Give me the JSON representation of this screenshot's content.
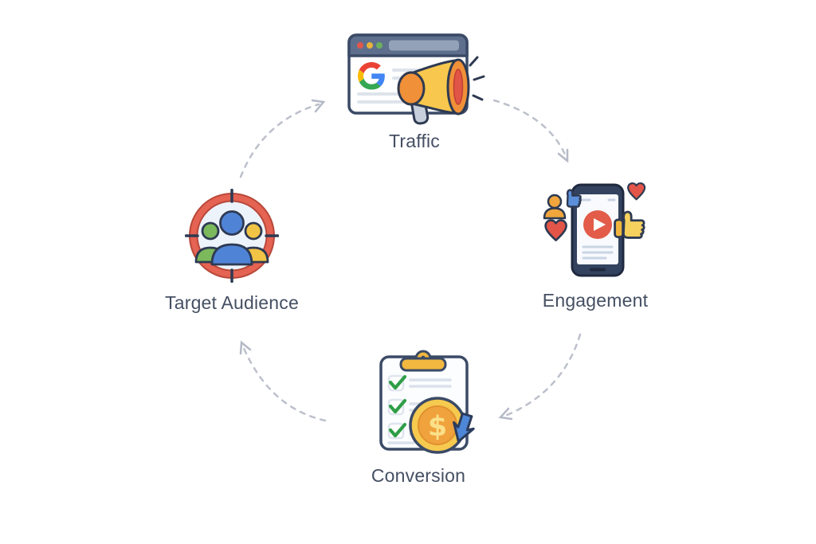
{
  "diagram": {
    "type": "cycle",
    "background": "#ffffff",
    "nodes": [
      {
        "id": "traffic",
        "label": "Traffic",
        "icon": "browser-megaphone-icon",
        "position": "top"
      },
      {
        "id": "engagement",
        "label": "Engagement",
        "icon": "smartphone-video-reactions-icon",
        "position": "right"
      },
      {
        "id": "conversion",
        "label": "Conversion",
        "icon": "checklist-dollar-coin-icon",
        "position": "bottom"
      },
      {
        "id": "target_audience",
        "label": "Target Audience",
        "icon": "audience-target-icon",
        "position": "left"
      }
    ],
    "edges": [
      {
        "from": "target_audience",
        "to": "traffic",
        "style": "dashed-arrow"
      },
      {
        "from": "traffic",
        "to": "engagement",
        "style": "dashed-arrow"
      },
      {
        "from": "engagement",
        "to": "conversion",
        "style": "dashed-arrow"
      },
      {
        "from": "conversion",
        "to": "target_audience",
        "style": "dashed-arrow"
      }
    ],
    "colors": {
      "label_text": "#454f63",
      "arrow": "#bcc0cb",
      "outline_navy": "#2e3a52",
      "accent_red": "#e2574c",
      "accent_orange": "#f09038",
      "accent_gold": "#f6c84e",
      "accent_blue": "#4f83d6",
      "accent_green": "#7cb85c",
      "browser_bar": "#5d6f8d",
      "google_red": "#EA4335",
      "google_blue": "#4285F4",
      "google_green": "#34A853",
      "google_yellow": "#FBBC05"
    }
  }
}
